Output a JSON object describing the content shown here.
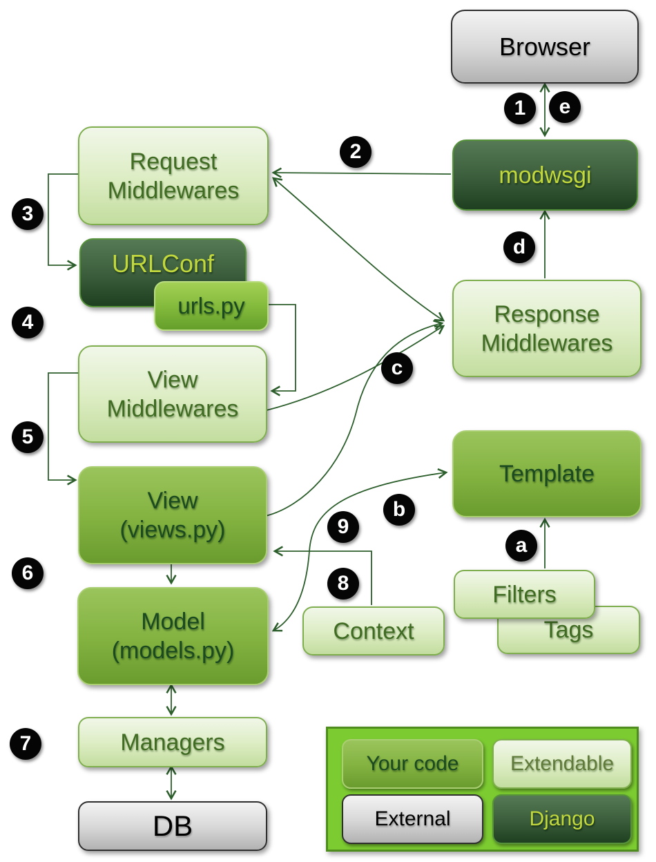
{
  "nodes": {
    "browser": {
      "label": "Browser"
    },
    "modwsgi": {
      "label": "modwsgi"
    },
    "request_middlewares": {
      "line1": "Request",
      "line2": "Middlewares"
    },
    "urlconf": {
      "label": "URLConf"
    },
    "urls_py": {
      "label": "urls.py"
    },
    "view_middlewares": {
      "line1": "View",
      "line2": "Middlewares"
    },
    "view": {
      "line1": "View",
      "line2": "(views.py)"
    },
    "model": {
      "line1": "Model",
      "line2": "(models.py)"
    },
    "managers": {
      "label": "Managers"
    },
    "db": {
      "label": "DB"
    },
    "response_middlewares": {
      "line1": "Response",
      "line2": "Middlewares"
    },
    "template": {
      "label": "Template"
    },
    "filters": {
      "label": "Filters"
    },
    "tags": {
      "label": "Tags"
    },
    "context": {
      "label": "Context"
    }
  },
  "badges": {
    "s1": "1",
    "s2": "2",
    "s3": "3",
    "s4": "4",
    "s5": "5",
    "s6": "6",
    "s7": "7",
    "s8": "8",
    "s9": "9",
    "sa": "a",
    "sb": "b",
    "sc": "c",
    "sd": "d",
    "se": "e"
  },
  "legend": {
    "your_code": "Your code",
    "extendable": "Extendable",
    "external": "External",
    "django": "Django"
  },
  "edges": [
    {
      "from": "Browser",
      "to": "modwsgi",
      "bidirectional": true,
      "labels": [
        "1",
        "e"
      ]
    },
    {
      "from": "modwsgi",
      "to": "Request Middlewares",
      "labels": [
        "2"
      ]
    },
    {
      "from": "Request Middlewares",
      "to": "URLConf",
      "labels": [
        "3"
      ]
    },
    {
      "from": "urls.py",
      "to": "View Middlewares",
      "labels": [
        "4"
      ]
    },
    {
      "from": "View Middlewares",
      "to": "View (views.py)",
      "labels": [
        "5"
      ]
    },
    {
      "from": "View (views.py)",
      "to": "Model (models.py)",
      "labels": [
        "6"
      ]
    },
    {
      "from": "Model (models.py)",
      "to": "Managers",
      "bidirectional": true,
      "labels": [
        "7"
      ]
    },
    {
      "from": "Managers",
      "to": "DB",
      "bidirectional": true,
      "labels": [
        "7"
      ]
    },
    {
      "from": "Context",
      "to": "View (views.py)",
      "labels": [
        "9",
        "8"
      ]
    },
    {
      "from": "Model (models.py)",
      "to": "Template",
      "bidirectional": true,
      "labels": [
        "b"
      ]
    },
    {
      "from": "Request Middlewares",
      "to": "Response Middlewares",
      "bidirectional": true,
      "labels": [
        "c"
      ]
    },
    {
      "from": "View Middlewares",
      "to": "Response Middlewares",
      "labels": [
        "c"
      ]
    },
    {
      "from": "View (views.py)",
      "to": "Response Middlewares",
      "labels": [
        "c"
      ]
    },
    {
      "from": "Response Middlewares",
      "to": "modwsgi",
      "labels": [
        "d"
      ]
    },
    {
      "from": "Filters",
      "to": "Template",
      "labels": [
        "a"
      ]
    }
  ],
  "colors": {
    "light_box_top": "#f1f7e9",
    "light_box_bottom": "#c3dd9f",
    "light_box_border": "#7fae4e",
    "light_box_text": "#3f6b22",
    "medium_box_top": "#9ac45c",
    "medium_box_bottom": "#699b2e",
    "medium_box_text": "#1b4a20",
    "dark_box_top": "#567a55",
    "dark_box_bottom": "#1e4020",
    "dark_box_text": "#c2d83c",
    "gray_box_top": "#f3f3f3",
    "gray_box_bottom": "#b2b2b2",
    "bright_box_top": "#a3d055",
    "bright_box_bottom": "#659f2b",
    "legend_bg": "#7ccb31",
    "legend_border": "#4e8d1d",
    "connector": "#2c5e2c",
    "badge_bg": "#050505",
    "badge_text": "#ffffff"
  }
}
